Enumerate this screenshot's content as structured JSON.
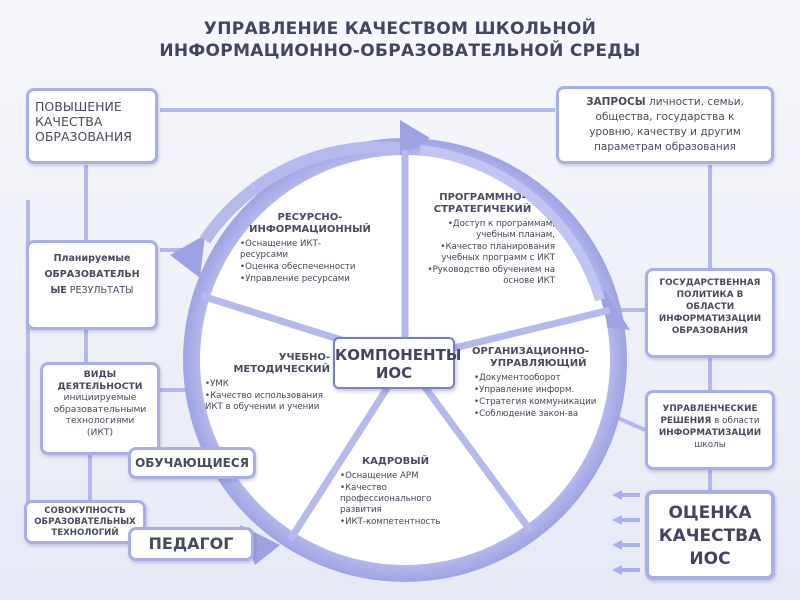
{
  "title": {
    "line1": "УПРАВЛЕНИЕ КАЧЕСТВОМ ШКОЛЬНОЙ",
    "line2": "ИНФОРМАЦИОННО-ОБРАЗОВАТЕЛЬНОЙ СРЕДЫ"
  },
  "colors": {
    "ring": "#b5b9ee",
    "border": "#a9aee8",
    "arrow": "#aab0ea",
    "text": "#4a4a5e"
  },
  "center": {
    "line1": "КОМПОНЕНТЫ",
    "line2": "ИОС"
  },
  "sectors": {
    "resource": {
      "heading1": "РЕСУРСНО-",
      "heading2": "ИНФОРМАЦИОННЫЙ",
      "items": [
        "Оснащение ИКТ-ресурсами",
        "Оценка обеспеченности",
        "Управление ресурсами"
      ]
    },
    "program": {
      "heading1": "ПРОГРАММНО-",
      "heading2": "СТРАТЕГИЧЕКИЙ",
      "items": [
        "Доступ к программам, учебным планам,",
        "Качество планирования учебных программ с ИКТ",
        "Руководство обучением на основе ИКТ"
      ]
    },
    "methodic": {
      "heading1": "УЧЕБНО-",
      "heading2": "МЕТОДИЧЕСКИЙ",
      "items": [
        "УМК",
        "Качество использования ИКТ в обучении и учении"
      ]
    },
    "org": {
      "heading1": "ОРГАНИЗАЦИОННО-",
      "heading2": "УПРАВЛЯЮЩИЙ",
      "items": [
        "Документооборот",
        "Управление информ.",
        "Стратегия коммуникации",
        "Соблюдение закон-ва"
      ]
    },
    "staff": {
      "heading": "КАДРОВЫЙ",
      "items": [
        "Оснащение АРМ",
        "Качество профессионального развития",
        "ИКТ-компетентность"
      ]
    }
  },
  "boxes": {
    "quality": {
      "line1": "ПОВЫШЕНИЕ",
      "line2": "КАЧЕСТВА",
      "line3": "ОБРАЗОВАНИЯ"
    },
    "requests": {
      "bold": "ЗАПРОСЫ",
      "rest1": " личности, семьи,",
      "line2": "общества, государства к",
      "line3": "уровню, качеству и другим",
      "line4": "параметрам образования"
    },
    "planned": {
      "line1": "Планируемые",
      "line2": "ОБРАЗОВАТЕЛЬН",
      "line3a": "ЫЕ",
      "line3b": " РЕЗУЛЬТАТЫ"
    },
    "activities": {
      "line1": "ВИДЫ",
      "line2": "ДЕЯТЕЛЬНОСТИ",
      "line3": "инициируемые",
      "line4": "образовательными",
      "line5": "технологиями",
      "line6": "(ИКТ)"
    },
    "students": {
      "text": "ОБУЧАЮЩИЕСЯ"
    },
    "technologies": {
      "line1": "СОВОКУПНОСТЬ",
      "line2": "ОБРАЗОВАТЕЛЬНЫХ",
      "line3": "ТЕХНОЛОГИЙ"
    },
    "teacher": {
      "text": "ПЕДАГОГ"
    },
    "policy": {
      "line1": "ГОСУДАРСТВЕННАЯ",
      "line2": "ПОЛИТИКА В",
      "line3": "ОБЛАСТИ",
      "line4": "ИНФОРМАТИЗАЦИИ",
      "line5": "ОБРАЗОВАНИЯ"
    },
    "decisions": {
      "line1": "УПРАВЛЕНЧЕСКИЕ",
      "line2a": "РЕШЕНИЯ",
      "line2b": " в области",
      "line3": "ИНФОРМАТИЗАЦИИ",
      "line4": "школы"
    },
    "assessment": {
      "line1": "ОЦЕНКА",
      "line2": "КАЧЕСТВА",
      "line3": "ИОС"
    }
  }
}
